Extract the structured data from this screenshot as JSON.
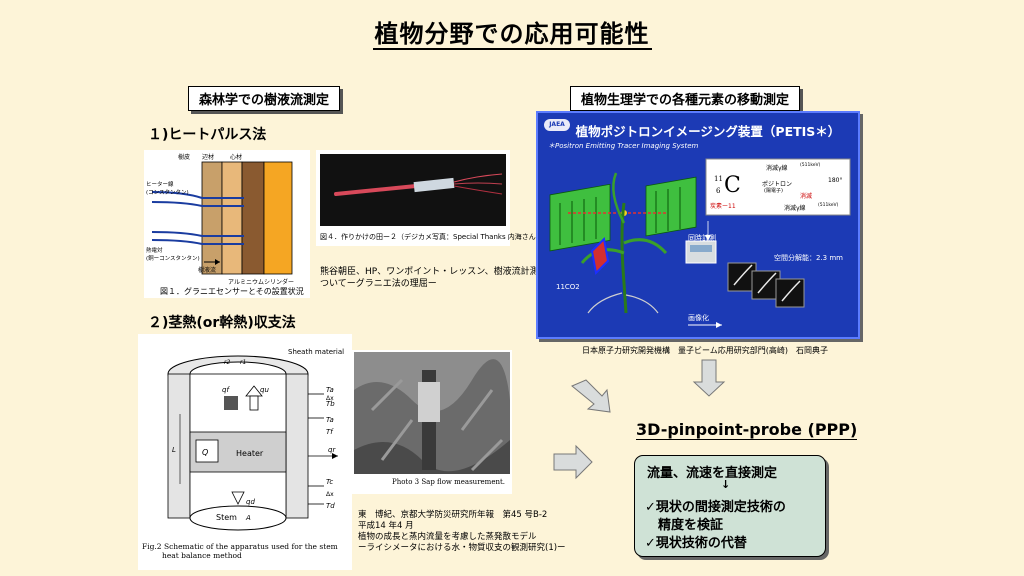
{
  "slide": {
    "title": "植物分野での応用可能性"
  },
  "left": {
    "section_label": "森林学での樹液流測定",
    "heat_pulse": {
      "heading": "１)ヒートパルス法",
      "fig1": {
        "labels": [
          "樹皮",
          "辺材",
          "心材",
          "ヒーター線",
          "(コンスタンタン)",
          "熱電対",
          "(銅ーコンスタンタン)",
          "樹液流",
          "アルミニウムシリンダー"
        ],
        "caption": "図１．グラニエセンサーとその設置状況"
      },
      "fig4": {
        "caption": "図４．作りかけの田ー２（デジカメ写真：Special Thanks 内海さん）"
      },
      "citation": [
        "熊谷朝臣、HP、ワンポイント・レッスン、樹液流計測に",
        "ついてーグラニエ法の理屈ー"
      ]
    },
    "stem_heat": {
      "heading": "２)茎熱(or幹熱)収支法",
      "fig2": {
        "labels": [
          "Sheath material",
          "r2",
          "r1",
          "qf",
          "qu",
          "Ta",
          "Tb",
          "Δx",
          "Ta",
          "Tf",
          "L",
          "Q",
          "Heater",
          "qr",
          "Tc",
          "Td",
          "Δx",
          "qd",
          "Stem",
          "A"
        ],
        "caption": [
          "Fig.2  Schematic of the apparatus used for the stem",
          "heat balance method"
        ]
      },
      "photo3": {
        "caption": "Photo 3  Sap flow measurement."
      },
      "citation": [
        "東　博紀、京都大学防災研究所年報　第45 号B-2",
        "平成14 年4 月",
        "植物の成長と蒸内流量を考慮した蒸発散モデル",
        "ーライシメータにおける水・物質収支の観測研究(1)ー"
      ]
    }
  },
  "right": {
    "section_label": "植物生理学での各種元素の移動測定",
    "petis": {
      "logo": "JAEA",
      "title": "植物ポジトロンイメージング装置（PETIS＊）",
      "subtitle": "＊Positron Emitting Tracer Imaging System",
      "c11_mass": "11",
      "c11_atomic": "6",
      "c11_symbol": "C",
      "c11_name": "炭素ー11",
      "positron_label": "ポジトロン",
      "positron_sub": "(陽電子)",
      "annihilation_label": "消滅",
      "gamma_label_1": "消滅γ線",
      "gamma_energy_1": "(511keV)",
      "gamma_label_2": "消滅γ線",
      "gamma_energy_2": "(511keV)",
      "angle": "180°",
      "coincidence": "同時計測",
      "resolution": "空間分解能：2.3 mm",
      "co2_label": "11CO2",
      "imaging": "画像化"
    },
    "credit": "日本原子力研究開発機構　量子ビーム応用研究部門(高崎)　石岡典子",
    "ppp": {
      "title": "3D-pinpoint-probe (PPP)",
      "lines": [
        "流量、流速を直接測定",
        "↓",
        "✓現状の間接測定技術の",
        "　精度を検証",
        "✓現状技術の代替"
      ]
    }
  }
}
